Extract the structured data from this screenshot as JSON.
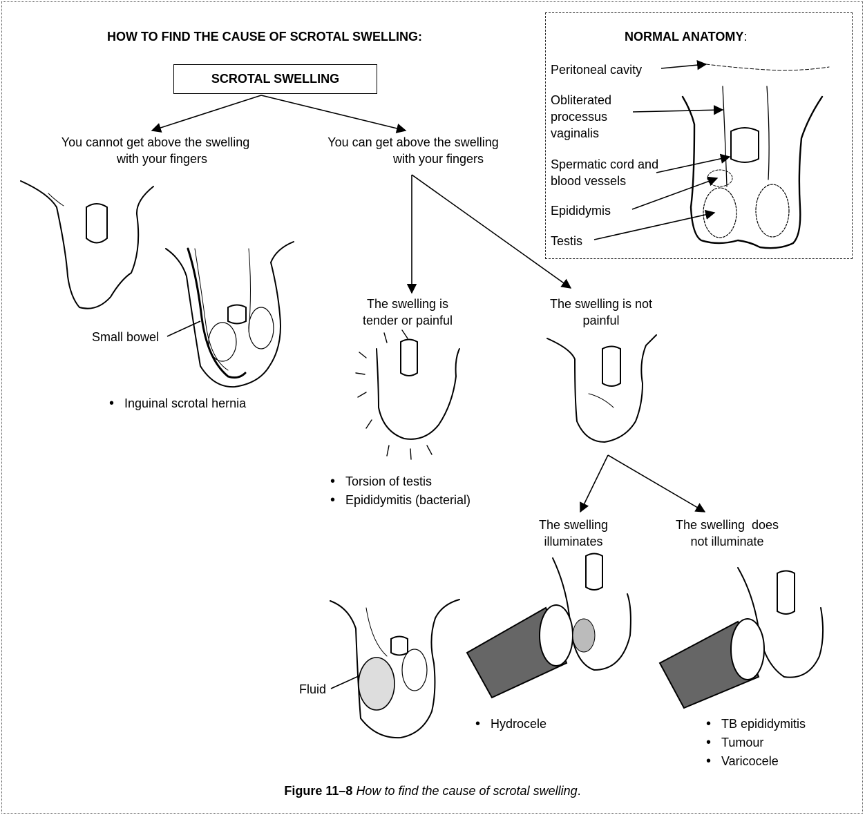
{
  "title": "HOW TO FIND THE CAUSE OF SCROTAL SWELLING",
  "title_colon": ":",
  "start_box": "SCROTAL SWELLING",
  "branch_left": {
    "line1": "You cannot get above the swelling",
    "line2": "with your fingers",
    "label_bowel": "Small bowel",
    "diagnoses": [
      "Inguinal scrotal hernia"
    ]
  },
  "branch_right": {
    "line1": "You can get above the swelling",
    "line2": "with your fingers",
    "painful": {
      "line1": "The swelling is",
      "line2": "tender or painful",
      "diagnoses": [
        "Torsion of testis",
        "Epididymitis (bacterial)"
      ]
    },
    "not_painful": {
      "line1": "The swelling is not",
      "line2": "painful",
      "illuminates": {
        "line1": "The swelling",
        "line2": "illuminates",
        "label_fluid": "Fluid",
        "diagnoses": [
          "Hydrocele"
        ]
      },
      "not_illuminate": {
        "line1": "The swelling  does",
        "line2": "not illuminate",
        "diagnoses": [
          "TB epididymitis",
          "Tumour",
          "Varicocele"
        ]
      }
    }
  },
  "anatomy": {
    "title": "NORMAL ANATOMY",
    "title_colon": ":",
    "labels": {
      "peritoneal": "Peritoneal cavity",
      "obliterated_1": "Obliterated",
      "obliterated_2": "processus",
      "obliterated_3": "vaginalis",
      "cord_1": "Spermatic cord and",
      "cord_2": "blood vessels",
      "epididymis": "Epididymis",
      "testis": "Testis"
    }
  },
  "caption": {
    "label": "Figure 11–8",
    "text": "How to find the cause of scrotal swelling",
    "end": "."
  }
}
